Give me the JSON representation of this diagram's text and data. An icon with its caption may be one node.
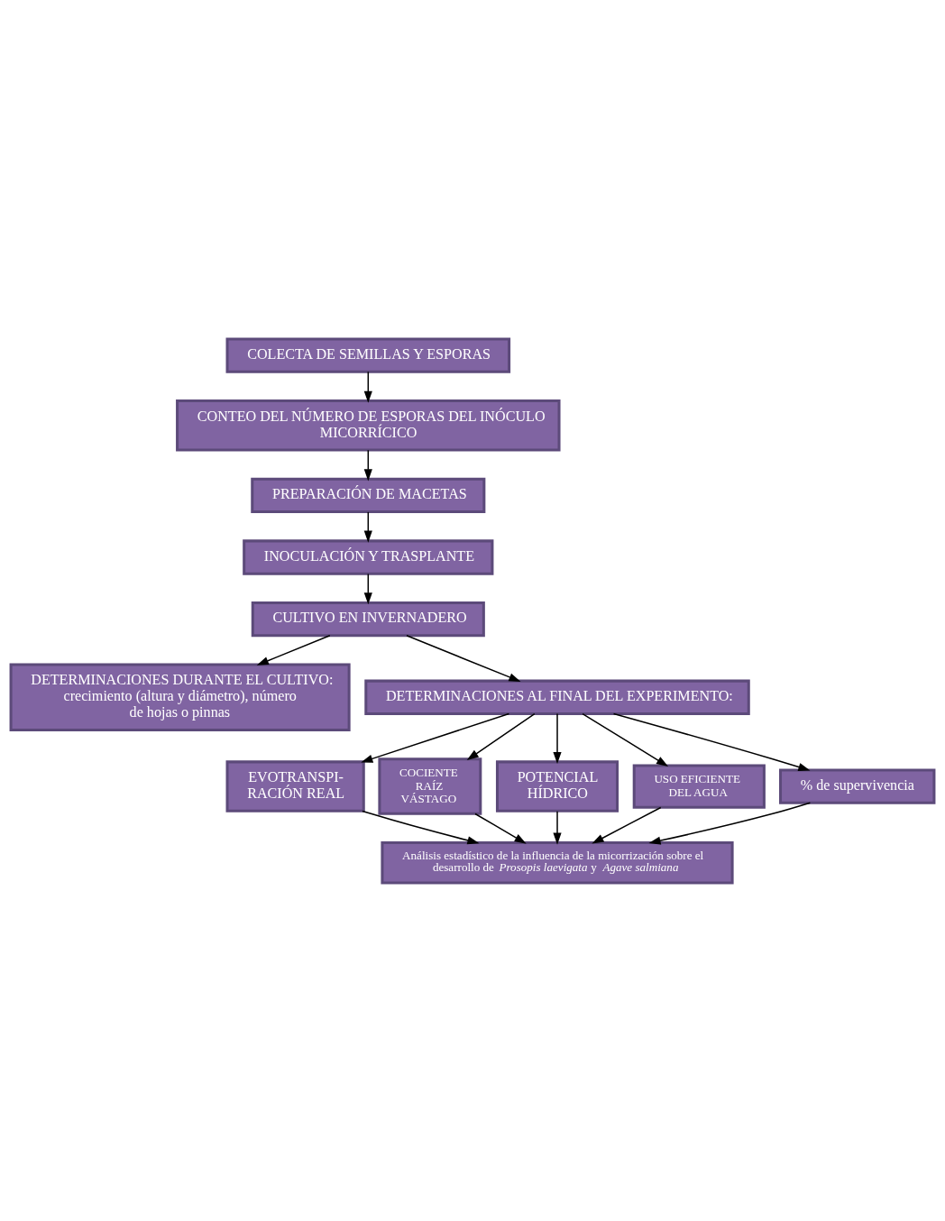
{
  "diagram": {
    "nodes": [
      {
        "text": [
          "COLECTA DE SEMILLAS Y ESPORAS"
        ]
      },
      {
        "text": [
          "CONTEO DEL NÚMERO DE ESPORAS DEL INÓCULO MICORRÍCICO"
        ]
      },
      {
        "text": [
          "PREPARACIÓN DE MACETAS"
        ]
      },
      {
        "text": [
          "INOCULACIÓN Y TRASPLANTE"
        ]
      },
      {
        "text": [
          "CULTIVO EN INVERNADERO"
        ]
      },
      {
        "text": [
          "DETERMINACIONES DURANTE EL CULTIVO: crecimiento (altura y diámetro), número de hojas o pinnas"
        ]
      },
      {
        "text": [
          "DETERMINACIONES AL FINAL DEL EXPERIMENTO:"
        ]
      },
      {
        "text": [
          "EVOTRANSPI- RACIÓN REAL"
        ]
      },
      {
        "text": [
          "COCIENTE RAÍZ VÁSTAGO"
        ]
      },
      {
        "text": [
          "POTENCIAL HÍDRICO"
        ]
      },
      {
        "text": [
          "USO EFICIENTE DEL AGUA"
        ]
      },
      {
        "text": [
          "% de supervivencia"
        ]
      },
      {
        "text": [
          "Análisis estadístico de la influencia de la micorrización sobre el desarrollo de *Prosopis laevigata* y *Agave salmiana*"
        ]
      }
    ],
    "edges": [
      {
        "from": 0,
        "to": 1,
        "arrow": "to"
      },
      {
        "from": 1,
        "to": 2,
        "arrow": "to"
      },
      {
        "from": 2,
        "to": 3,
        "arrow": "to"
      },
      {
        "from": 3,
        "to": 4,
        "arrow": "to"
      },
      {
        "from": 4,
        "to": 5,
        "arrow": "to"
      },
      {
        "from": 4,
        "to": 6,
        "arrow": "to"
      },
      {
        "from": 6,
        "to": 7,
        "arrow": "to"
      },
      {
        "from": 6,
        "to": 8,
        "arrow": "to"
      },
      {
        "from": 6,
        "to": 9,
        "arrow": "to"
      },
      {
        "from": 6,
        "to": 10,
        "arrow": "to"
      },
      {
        "from": 6,
        "to": 11,
        "arrow": "to"
      },
      {
        "from": 7,
        "to": 12,
        "arrow": "to"
      },
      {
        "from": 8,
        "to": 12,
        "arrow": "to"
      },
      {
        "from": 9,
        "to": 12,
        "arrow": "to"
      },
      {
        "from": 10,
        "to": 12,
        "arrow": "to"
      },
      {
        "from": 11,
        "to": 12,
        "arrow": "to"
      }
    ]
  }
}
